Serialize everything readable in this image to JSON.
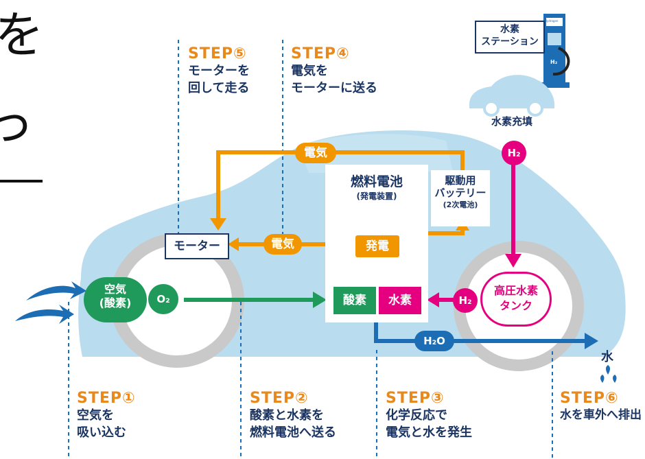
{
  "left_fragment": {
    "line1": "を",
    "line2": "っ"
  },
  "station": {
    "sign_line1": "水素",
    "sign_line2": "ステーション",
    "brand": "Hydrogen",
    "nozzle": "H₂",
    "fill_label": "水素充填"
  },
  "fuel_cell": {
    "title": "燃料電池",
    "subtitle": "(発電装置)",
    "generate": "発電",
    "oxygen": "酸素",
    "hydrogen": "水素"
  },
  "battery": {
    "line1": "駆動用",
    "line2": "バッテリー",
    "line3": "(2次電池)"
  },
  "motor": {
    "label": "モーター"
  },
  "flow_labels": {
    "electricity_top": "電気",
    "electricity_mid": "電気",
    "h2_top": "H₂",
    "h2_tank": "H₂",
    "water_vapor": "H₂O",
    "water": "水"
  },
  "air": {
    "line1": "空気",
    "line2": "(酸素)",
    "o2": "O₂"
  },
  "tank": {
    "line1": "高圧水素",
    "line2": "タンク"
  },
  "steps": [
    {
      "title": "STEP⑤",
      "line1": "モーターを",
      "line2": "回して走る"
    },
    {
      "title": "STEP④",
      "line1": "電気を",
      "line2": "モーターに送る"
    },
    {
      "title": "STEP①",
      "line1": "空気を",
      "line2": "吸い込む"
    },
    {
      "title": "STEP②",
      "line1": "酸素と水素を",
      "line2": "燃料電池へ送る"
    },
    {
      "title": "STEP③",
      "line1": "化学反応で",
      "line2": "電気と水を発生"
    },
    {
      "title": "STEP⑥",
      "line1": "水を車外へ排出",
      "line2": ""
    }
  ],
  "colors": {
    "orange": "#f29600",
    "green": "#1f9a5a",
    "magenta": "#e4007f",
    "blue": "#1c6db4",
    "car": "#b9dcef",
    "wheel": "#c9c9c9",
    "step_title": "#e8891c",
    "step_text": "#1b3563"
  }
}
